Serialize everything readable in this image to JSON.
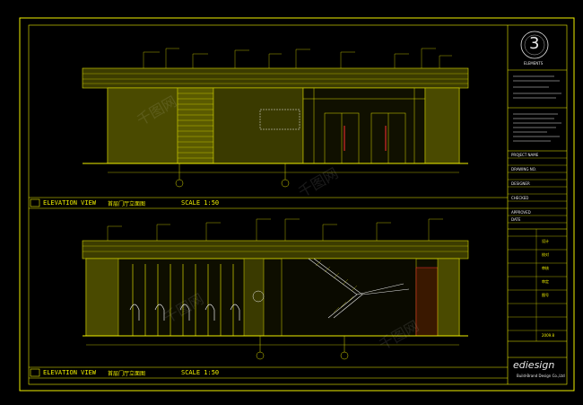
{
  "drawing": {
    "colors": {
      "background": "#000000",
      "frame": "#f0f000",
      "line": "#d8d800",
      "fill": "#5a5a00",
      "white": "#e8e8e8",
      "red": "#ff3030",
      "cyan": "#00e0e0"
    },
    "views": [
      {
        "title": "ELEVATION VIEW",
        "subtitle": "首层门厅立面图",
        "scale": "SCALE 1:50"
      },
      {
        "title": "ELEVATION VIEW",
        "subtitle": "首层门厅立面图",
        "scale": "SCALE 1:50"
      }
    ],
    "title_block": {
      "logo_text": "3",
      "brand_small": "ELEMENTS",
      "brand": "ediesign",
      "brand_tagline": "Build-Brand Design Co.,Ltd",
      "fields_left": [
        "PROJECT NAME",
        "DRAWING NO.",
        "DESIGNER",
        "CHECKED",
        "APPROVED",
        "DATE"
      ],
      "fields_right": [
        "设计",
        "校对",
        "审核",
        "审定",
        "图号",
        "2009.8"
      ]
    },
    "watermarks": [
      "千图网",
      "千图网",
      "千图网",
      "千图网"
    ]
  }
}
